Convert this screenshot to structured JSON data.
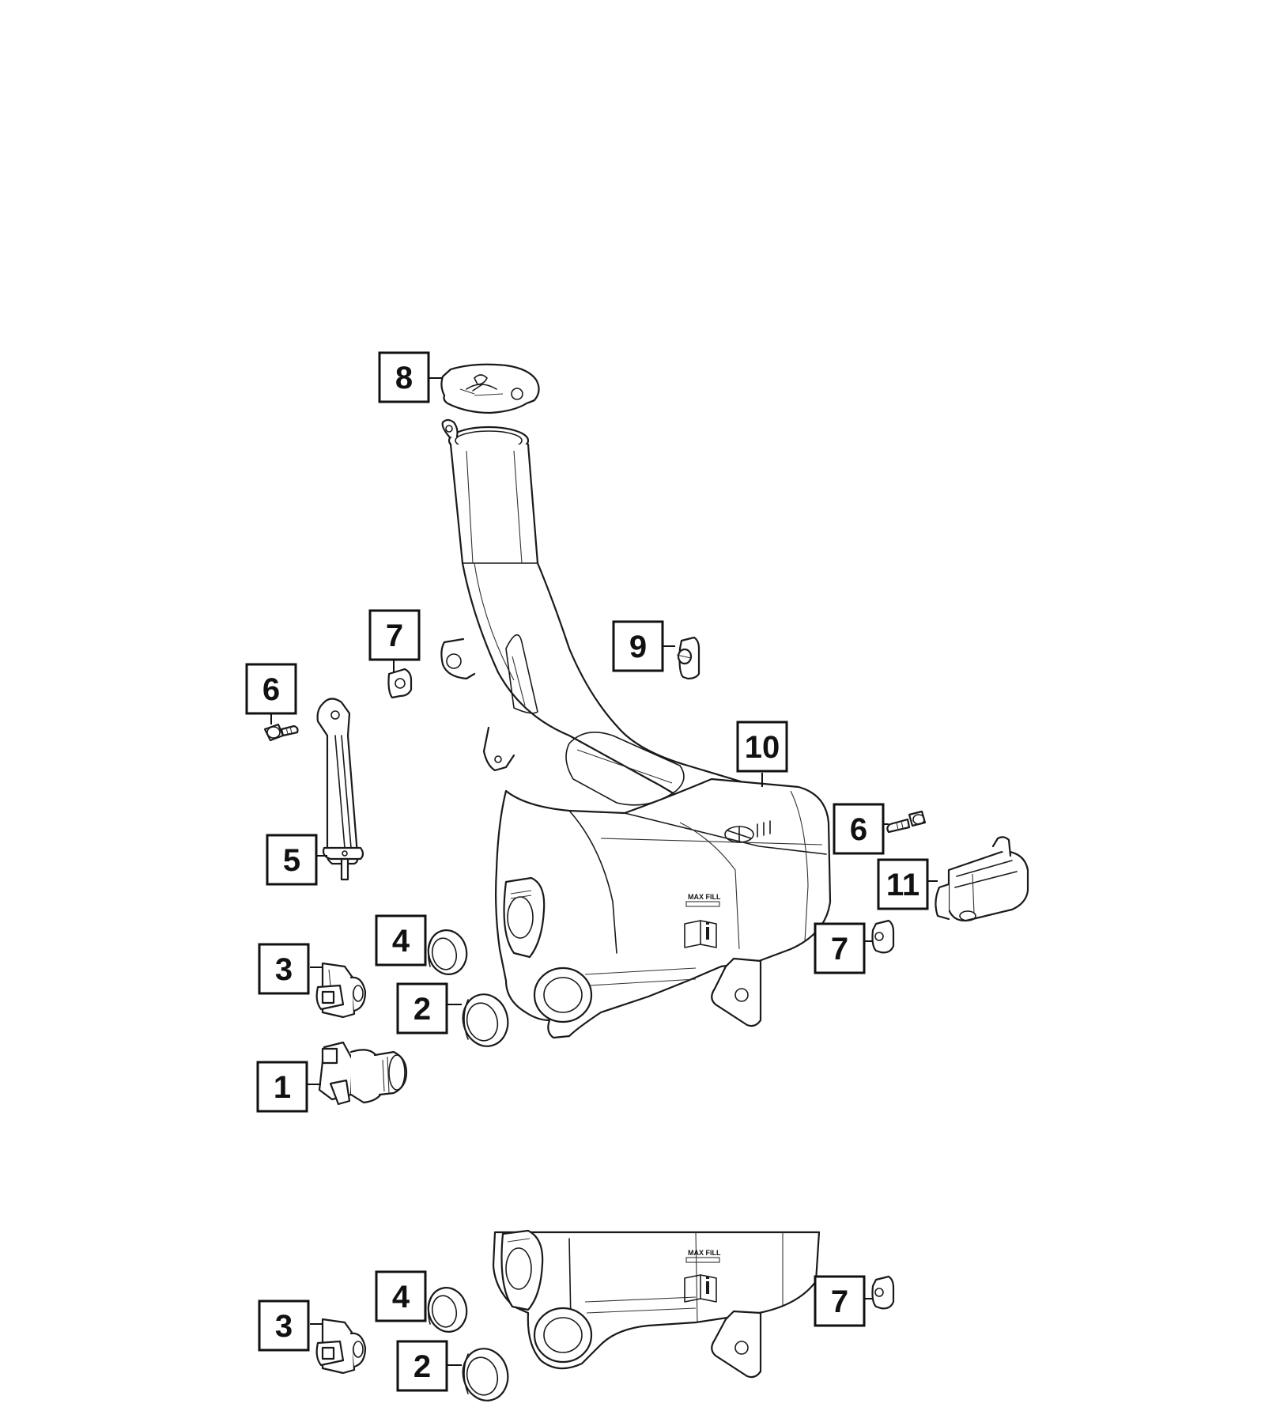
{
  "diagram": {
    "type": "exploded-parts-diagram",
    "callouts": {
      "c8": "8",
      "c7a": "7",
      "c9": "9",
      "c6a": "6",
      "c10": "10",
      "c6b": "6",
      "c11": "11",
      "c5": "5",
      "c4a": "4",
      "c3a": "3",
      "c7b": "7",
      "c2a": "2",
      "c1": "1",
      "c4b": "4",
      "c3b": "3",
      "c7c": "7",
      "c2b": "2"
    },
    "icons": [
      "washer-cap-icon",
      "book-info-icon",
      "washer-symbol-icon"
    ]
  }
}
